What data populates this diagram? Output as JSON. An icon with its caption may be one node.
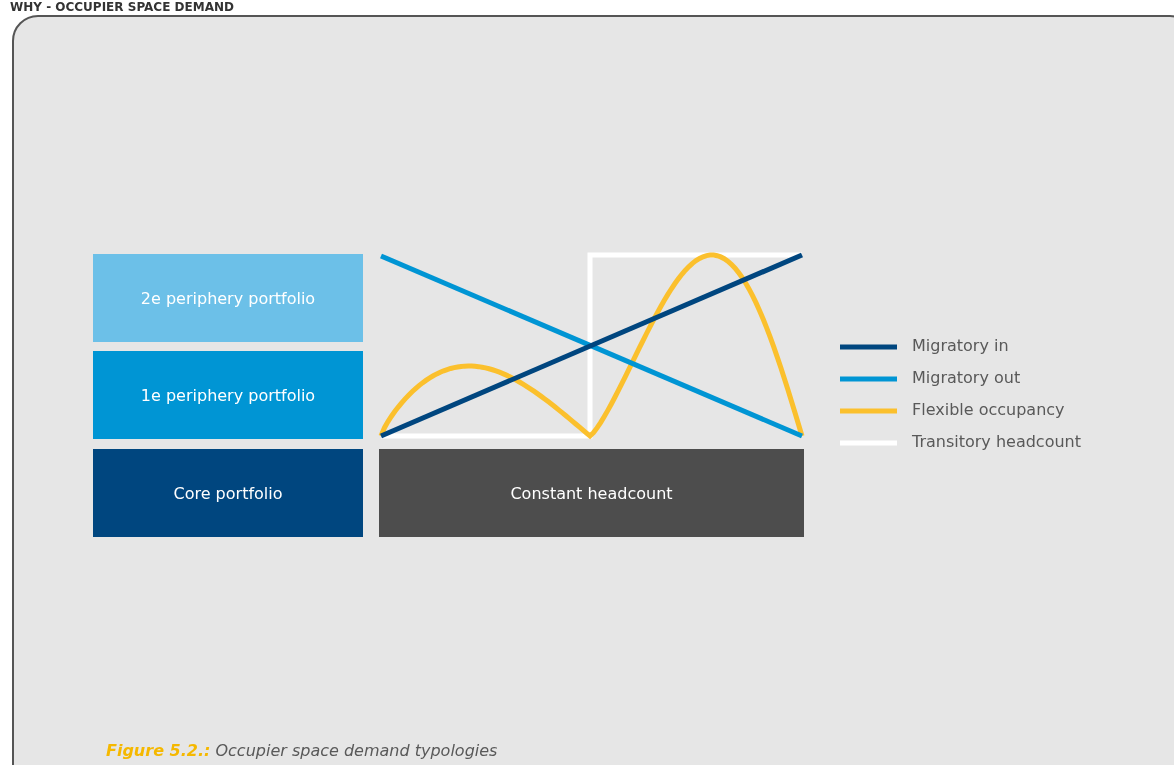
{
  "diagram": {
    "title": "WHY - OCCUPIER SPACE DEMAND",
    "caption": "**Figure 5.2.:** Occupier space demand typologies",
    "nodes": [
      {
        "text": [
          "2e periphery portfolio"
        ]
      },
      {
        "text": [
          "1e periphery portfolio"
        ]
      },
      {
        "text": [
          "Core portfolio"
        ]
      },
      {
        "text": [
          "Constant headcount"
        ]
      }
    ],
    "legend": [
      {
        "text": "Migratory in"
      },
      {
        "text": "Migratory out"
      },
      {
        "text": "Flexible occupancy"
      },
      {
        "text": "Transitory headcount"
      }
    ]
  }
}
